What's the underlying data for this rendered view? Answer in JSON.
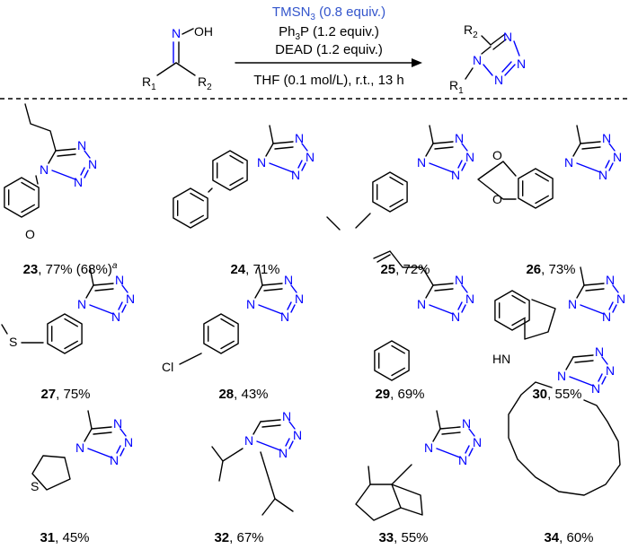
{
  "reaction": {
    "reagent_blue": "TMSN",
    "reagent_blue_sub": "3",
    "reagent_blue_tail": " (0.8 equiv.)",
    "reagent_2": "Ph",
    "reagent_2_sub": "3",
    "reagent_2_tail": "P (1.2 equiv.)",
    "reagent_3": "DEAD (1.2 equiv.)",
    "conditions": "THF (0.1 mol/L), r.t., 13 h",
    "oxime_label": "N",
    "oxime_oh": "OH",
    "r1": "R",
    "r1_sub": "1",
    "r2": "R",
    "r2_sub": "2",
    "prod_r1": "R",
    "prod_r1_sub": "1",
    "prod_r2": "R",
    "prod_r2_sub": "2",
    "n_atom": "N"
  },
  "compounds": [
    {
      "num": "23",
      "yield": ", 77% (68%)",
      "note": "a"
    },
    {
      "num": "24",
      "yield": ", 71%"
    },
    {
      "num": "25",
      "yield": ", 72%"
    },
    {
      "num": "26",
      "yield": ", 73%"
    },
    {
      "num": "27",
      "yield": ", 75%"
    },
    {
      "num": "28",
      "yield": ", 43%"
    },
    {
      "num": "29",
      "yield": ", 69%"
    },
    {
      "num": "30",
      "yield": ", 55%"
    },
    {
      "num": "31",
      "yield": ", 45%"
    },
    {
      "num": "32",
      "yield": ", 67%"
    },
    {
      "num": "33",
      "yield": ", 55%"
    },
    {
      "num": "34",
      "yield": ", 60%"
    }
  ],
  "atoms": {
    "o": "O",
    "s": "S",
    "cl": "Cl",
    "hn": "HN"
  },
  "colors": {
    "nitrogen": "#0000ff",
    "tmsn3": "#3355cc"
  }
}
